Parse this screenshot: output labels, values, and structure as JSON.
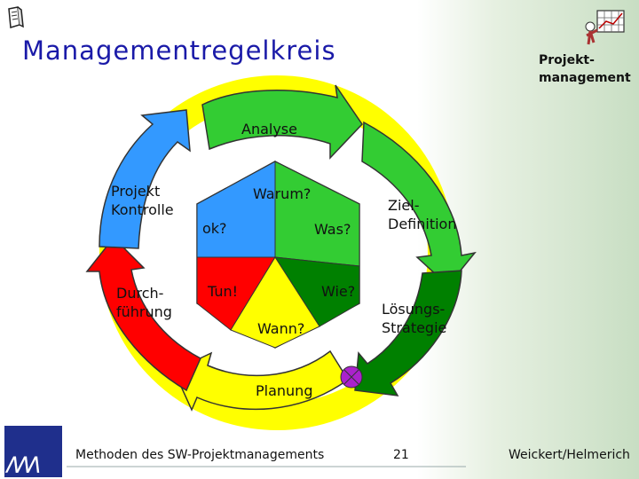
{
  "header": {
    "title": "Managementregelkreis",
    "subtitle_line1": "Projekt-",
    "subtitle_line2": "management"
  },
  "cycle": {
    "analyse": "Analyse",
    "ziel_line1": "Ziel-",
    "ziel_line2": "Definition",
    "loesung_line1": "Lösungs-",
    "loesung_line2": "Strategie",
    "planung": "Planung",
    "durch_line1": "Durch-",
    "durch_line2": "führung",
    "projekt_line1": "Projekt",
    "projekt_line2": "Kontrolle"
  },
  "center": {
    "warum": "Warum?",
    "was": "Was?",
    "wie": "Wie?",
    "wann": "Wann?",
    "tun": "Tun!",
    "ok": "ok?"
  },
  "footer": {
    "course": "Methoden des SW-Projektmanagements",
    "page": "21",
    "authors": "Weickert/Helmerich"
  },
  "colors": {
    "yellow": "#ffff00",
    "green": "#33cc33",
    "dark_green": "#008000",
    "red": "#ff0000",
    "blue": "#3399ff",
    "title_blue": "#1a1aa8"
  }
}
